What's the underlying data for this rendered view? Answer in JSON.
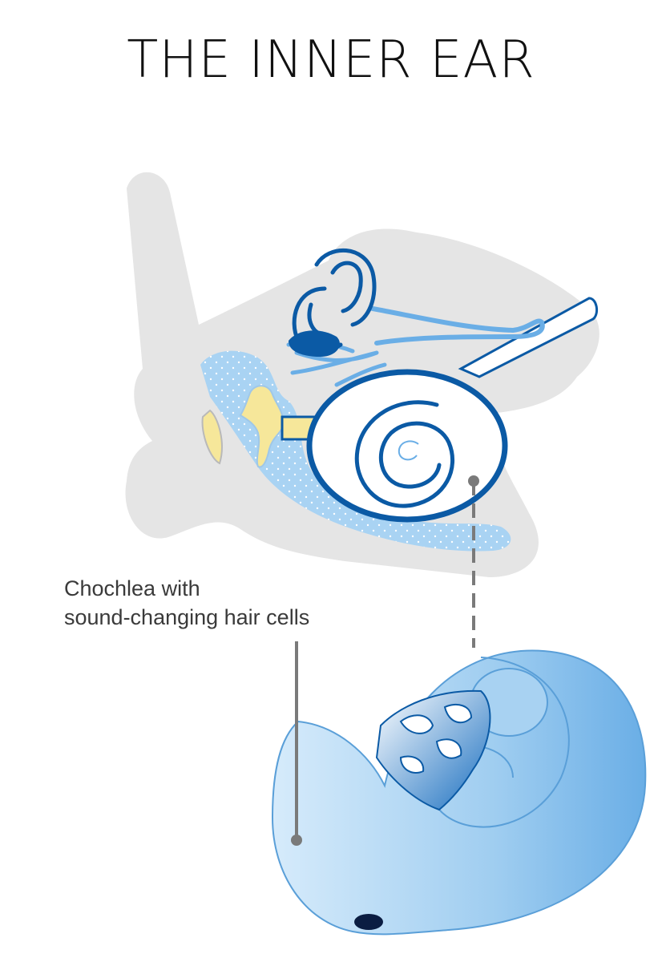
{
  "title": "THE INNER EAR",
  "label": {
    "line1": "Chochlea with",
    "line2": "sound-changing hair cells"
  },
  "colors": {
    "bone_gray": "#e5e5e5",
    "dark_blue": "#0b5aa5",
    "mid_blue": "#6aaee6",
    "light_blue": "#a8d2f2",
    "pale_blue": "#eef6fc",
    "ossicle_yellow": "#f6e79a",
    "leader_gray": "#7a7a7a",
    "dark_navy": "#0b1d42"
  }
}
